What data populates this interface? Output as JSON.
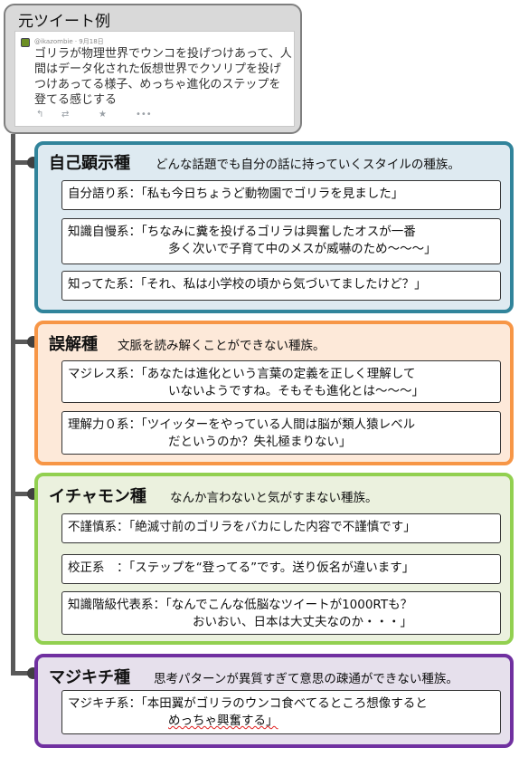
{
  "tweet": {
    "title": "元ツイート例",
    "meta": "@ikazombie · 9月18日",
    "text": "ゴリラが物理世界でウンコを投げつけあって、人間はデータ化された仮想世界でクソリプを投げつけあってる様子、めっちゃ進化のステップを登てる感じする",
    "actions": [
      "↰",
      "⇄",
      "★",
      "•••"
    ]
  },
  "colors": {
    "g1": "#31849b",
    "g2": "#f79646",
    "g3": "#92d050",
    "g4": "#7030a0",
    "bg1": "#deeaf1",
    "bg2": "#fde9d9",
    "bg3": "#ebf1de",
    "bg4": "#e6e0ec"
  },
  "groups": [
    {
      "title": "自己顕示種",
      "desc": "どんな話題でも自分の話に持っていくスタイルの種族。",
      "items": [
        {
          "line1": "自分語り系：「私も今日ちょうど動物園でゴリラを見ました」",
          "line2": ""
        },
        {
          "line1": "知識自慢系：「ちなみに糞を投げるゴリラは興奮したオスが一番",
          "line2": "多く次いで子育て中のメスが威嚇のため～～～」"
        },
        {
          "line1": "知ってた系：「それ、私は小学校の頃から気づいてましたけど？」",
          "line2": ""
        }
      ]
    },
    {
      "title": "誤解種",
      "desc": "文脈を読み解くことができない種族。",
      "items": [
        {
          "line1": "マジレス系：「あなたは進化という言葉の定義を正しく理解して",
          "line2": "いないようですね。そもそも進化とは～～～」"
        },
        {
          "line1": "理解力０系：「ツイッターをやっている人間は脳が類人猿レベル",
          "line2": "だというのか？失礼極まりない」"
        }
      ]
    },
    {
      "title": "イチャモン種",
      "desc": "なんか言わないと気がすまない種族。",
      "items": [
        {
          "line1": "不謹慎系：「絶滅寸前のゴリラをバカにした内容で不謹慎です」",
          "line2": ""
        },
        {
          "line1": "校正系　：「ステップを“登ってる”です。送り仮名が違います」",
          "line2": ""
        },
        {
          "line1": "知識階級代表系：「なんでこんな低脳なツイートが1000RTも？",
          "line2": "おいおい、日本は大丈夫なのか・・・」"
        }
      ]
    },
    {
      "title": "マジキチ種",
      "desc": "思考パターンが異質すぎて意思の疎通ができない種族。",
      "items": [
        {
          "line1": "マジキチ系：「本田翼がゴリラのウンコ食べてるところ想像すると",
          "line2": "めっちゃ興奮する」"
        }
      ]
    }
  ]
}
